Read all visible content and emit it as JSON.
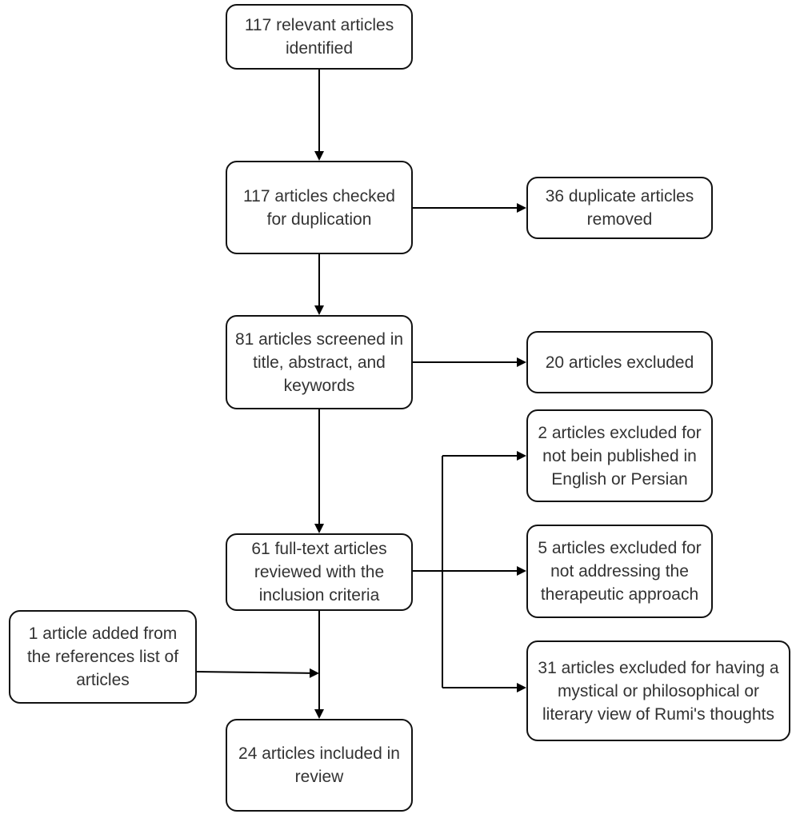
{
  "boxes": {
    "identified": "117 relevant articles identified",
    "checked": "117 articles checked for duplication",
    "duplicates": "36 duplicate articles removed",
    "screened": "81 articles screened in title, abstract, and keywords",
    "excluded_screen": "20 articles excluded",
    "fulltext": "61 full-text articles reviewed with the inclusion criteria",
    "excluded_language": "2 articles excluded for not bein published in English or Persian",
    "excluded_approach": "5 articles excluded for not addressing the therapeutic approach",
    "excluded_view": "31 articles excluded for having  a mystical or philosophical or literary view of Rumi's thoughts",
    "added": "1 article added from the references list of articles",
    "included": "24 articles included in review"
  },
  "colors": {
    "border": "#111111",
    "text": "#333333",
    "arrow": "#000000",
    "background": "#ffffff"
  }
}
